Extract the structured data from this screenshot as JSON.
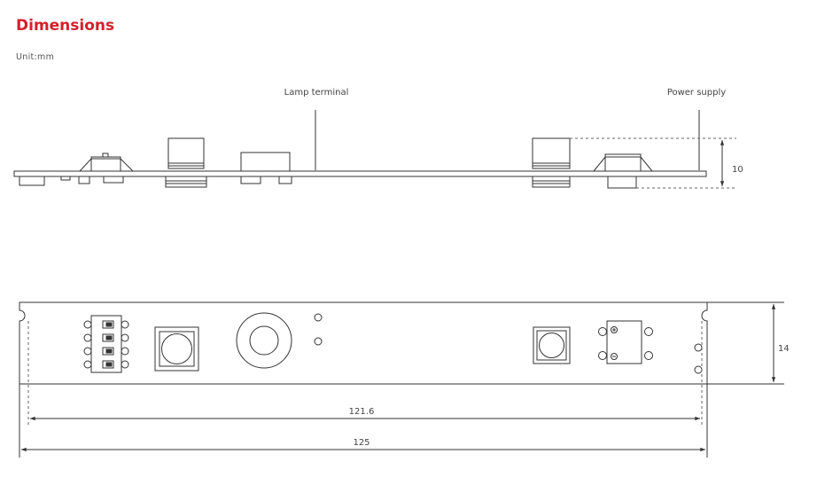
{
  "header": {
    "title": "Dimensions",
    "unit": "Unit:mm",
    "title_color": "#d4202b"
  },
  "side_view": {
    "callouts": {
      "lamp_terminal": "Lamp terminal",
      "power_supply": "Power supply"
    },
    "height_dim": "10"
  },
  "top_view": {
    "height_dim": "14",
    "inner_width_dim": "121.6",
    "overall_width_dim": "125"
  },
  "colors": {
    "line": "#333333",
    "dash": "#666666",
    "text": "#444444"
  }
}
